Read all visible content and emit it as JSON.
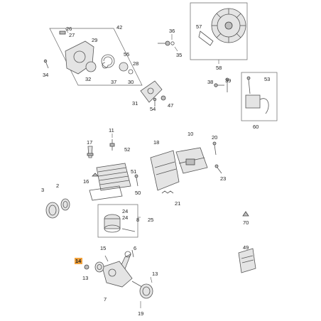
{
  "highlight_color": "#f2a23c",
  "callouts": {
    "c3": "3",
    "c2": "2",
    "c6": "6",
    "c7": "7",
    "c8": "8",
    "c10": "10",
    "c11": "11",
    "c13a": "13",
    "c13b": "13",
    "c14": "14",
    "c15": "15",
    "c16": "16",
    "c17": "17",
    "c18": "18",
    "c19": "19",
    "c20": "20",
    "c21": "21",
    "c23": "23",
    "c24a": "24",
    "c24b": "24",
    "c25": "25",
    "c26": "26",
    "c27": "27",
    "c28": "28",
    "c29": "29",
    "c30": "30",
    "c31": "31",
    "c32": "32",
    "c34": "34",
    "c35": "35",
    "c36": "36",
    "c37": "37",
    "c38": "38",
    "c39": "39",
    "c42": "42",
    "c47": "47",
    "c49": "49",
    "c50": "50",
    "c51": "51",
    "c52": "52",
    "c53": "53",
    "c54": "54",
    "c55": "55",
    "c57": "57",
    "c58": "58",
    "c60": "60",
    "c70": "70"
  }
}
